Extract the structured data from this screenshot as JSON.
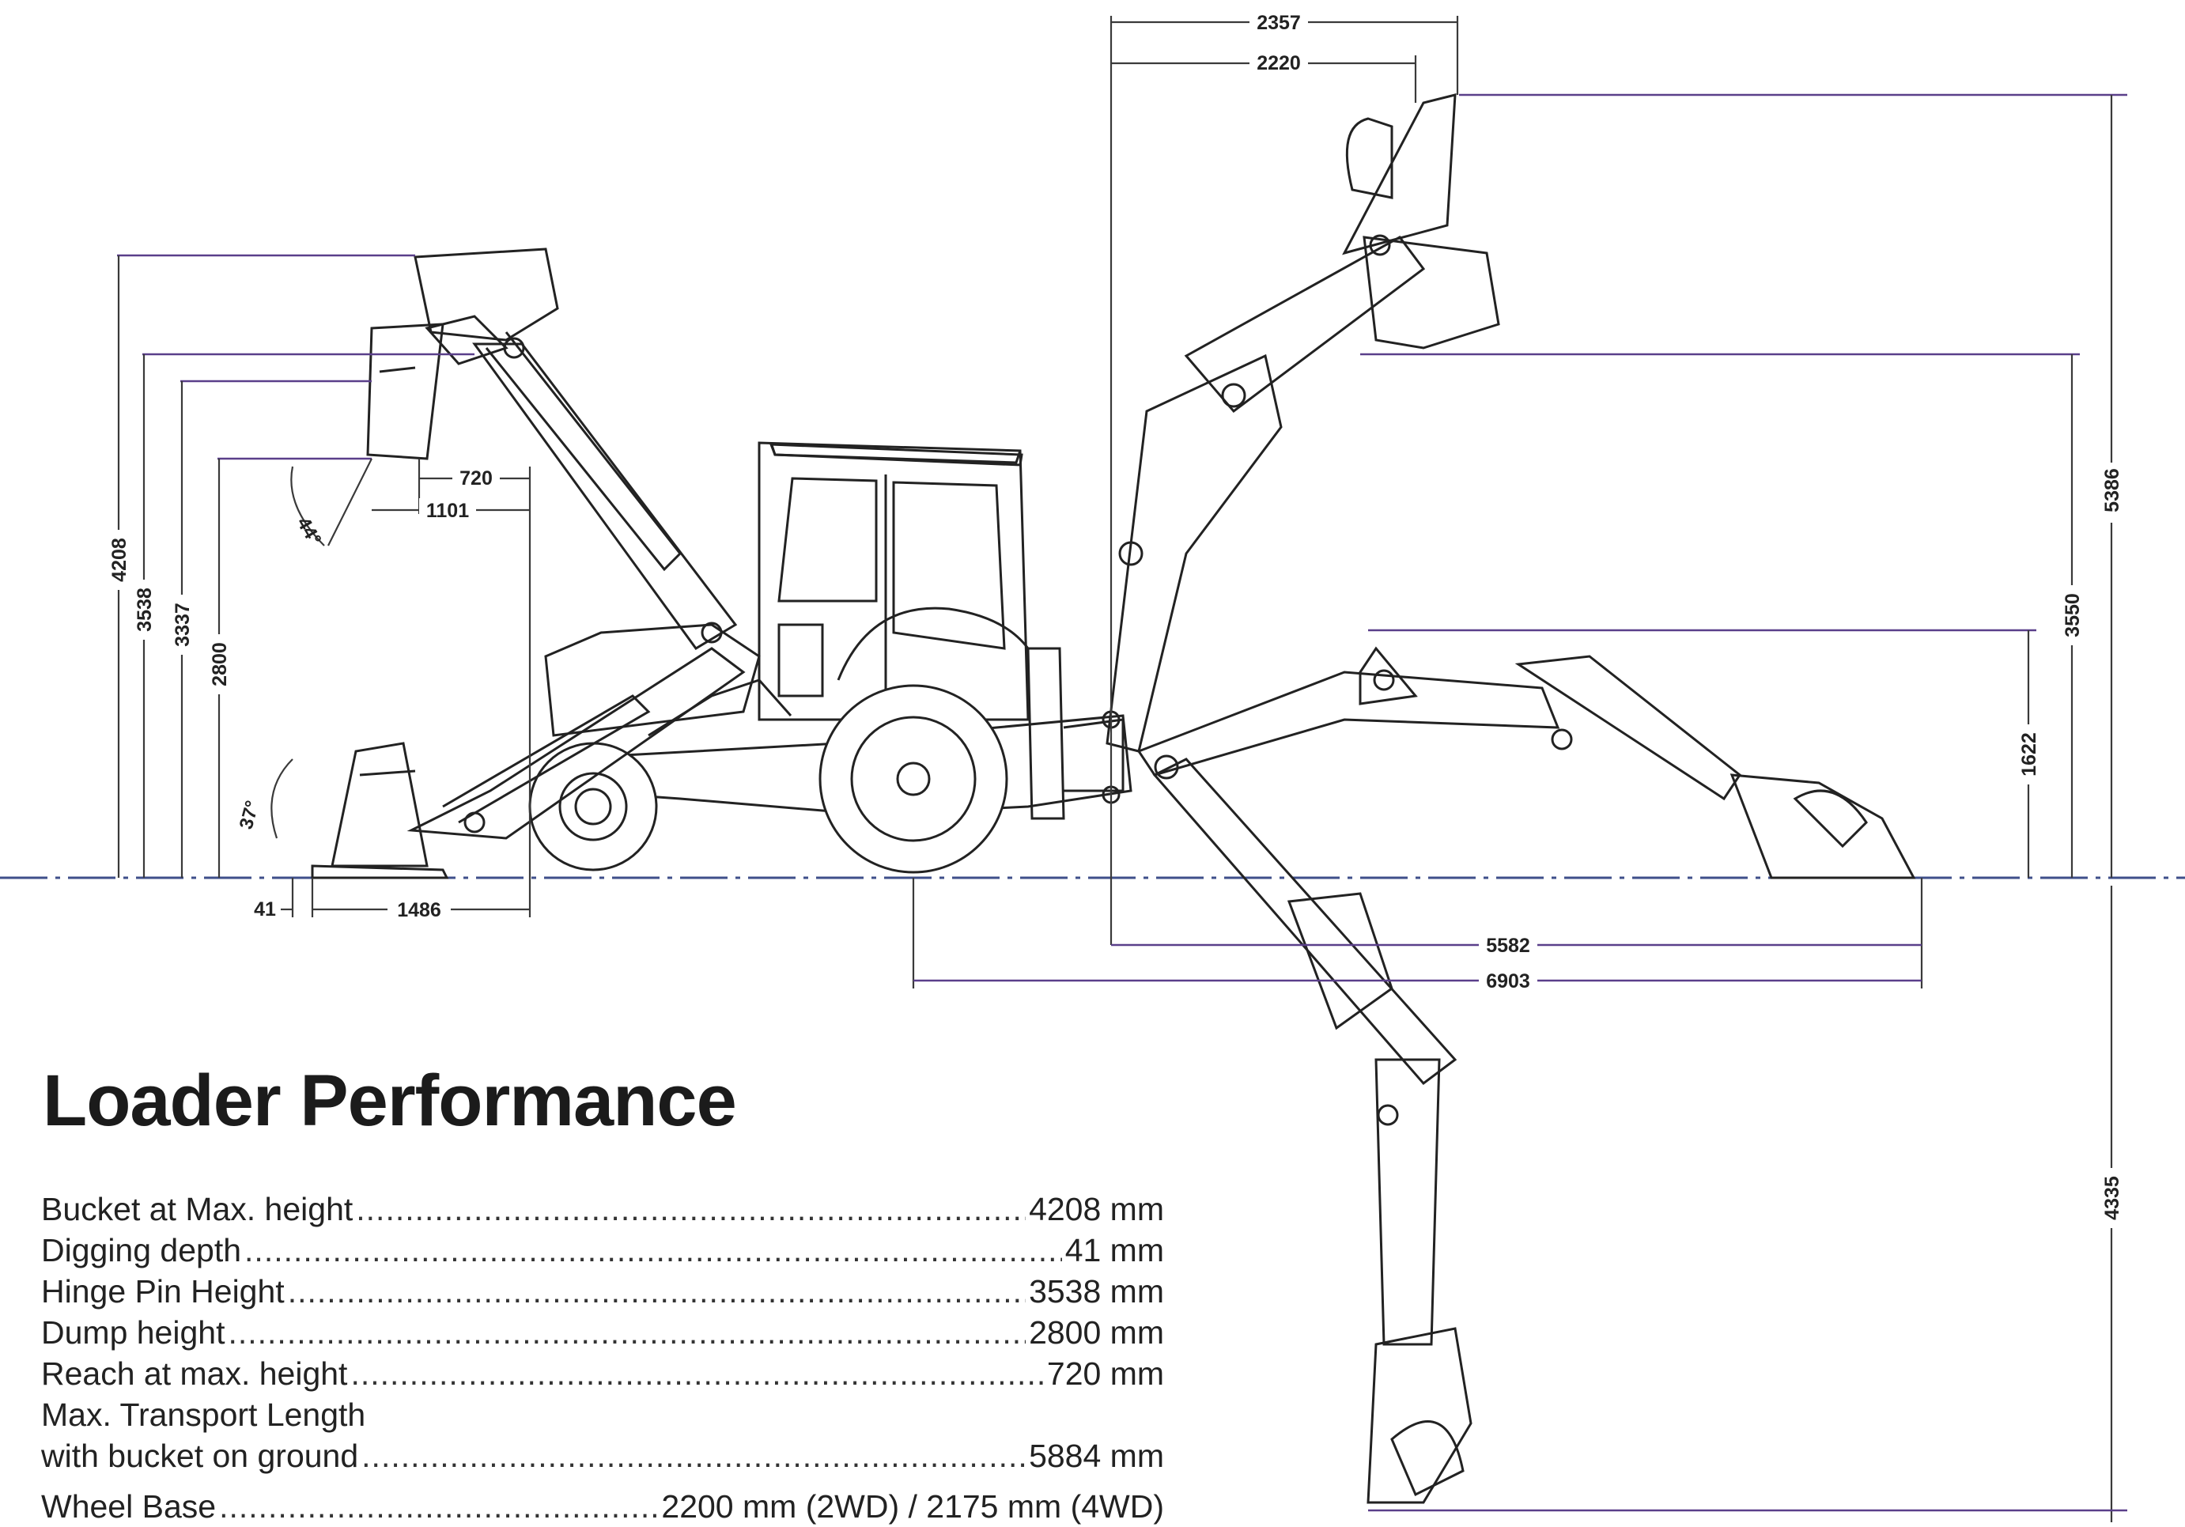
{
  "dimensions": {
    "top_2357": "2357",
    "top_2220": "2220",
    "right_5386": "5386",
    "right_3550": "3550",
    "right_1622": "1622",
    "right_4335": "4335",
    "bottom_5582": "5582",
    "bottom_6903": "6903",
    "left_4208": "4208",
    "left_3538": "3538",
    "left_3337": "3337",
    "left_2800": "2800",
    "reach_720": "720",
    "reach_1101": "1101",
    "angle_44": "44°",
    "angle_37": "37°",
    "dig_41": "41",
    "length_1486": "1486"
  },
  "performance": {
    "title": "Loader Performance",
    "rows": [
      {
        "label": "Bucket at Max. height",
        "value": "4208 mm"
      },
      {
        "label": "Digging depth",
        "value": "41 mm"
      },
      {
        "label": "Hinge Pin Height",
        "value": "3538 mm"
      },
      {
        "label": "Dump height",
        "value": "2800 mm"
      },
      {
        "label": "Reach at max. height",
        "value": "720 mm"
      }
    ],
    "transport_line1": "Max. Transport Length",
    "transport_line2": "with bucket on ground",
    "transport_value": "5884 mm",
    "wheelbase_label": "Wheel Base",
    "wheelbase_value": "2200 mm (2WD) / 2175 mm (4WD)"
  }
}
